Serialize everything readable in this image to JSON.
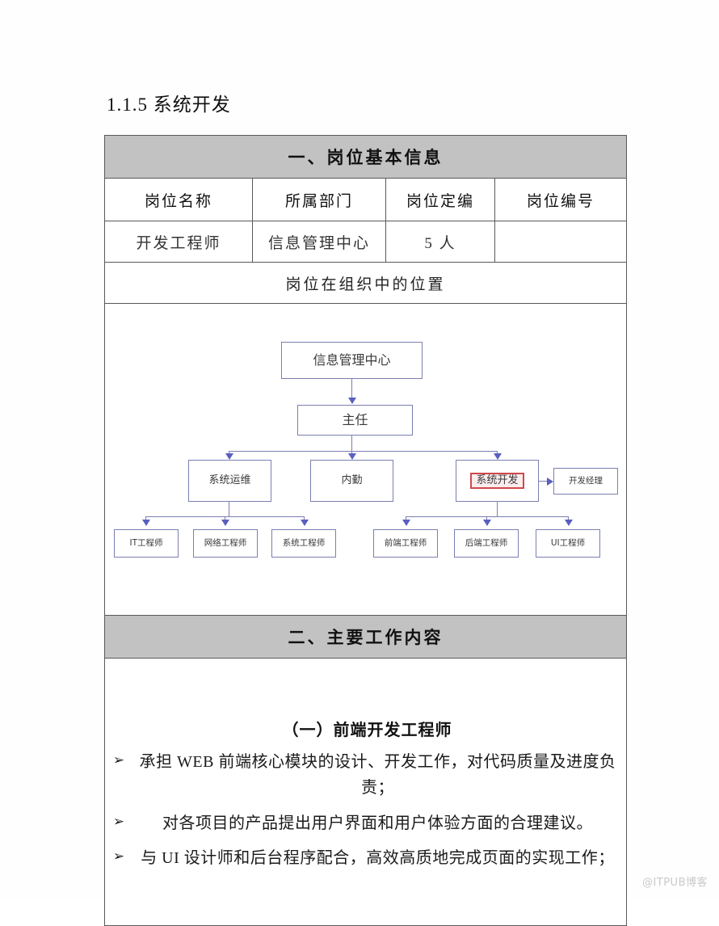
{
  "document": {
    "heading": "1.1.5 系统开发",
    "watermark": "@ITPUB博客"
  },
  "section_one": {
    "band_title": "一、岗位基本信息",
    "columns": [
      "岗位名称",
      "所属部门",
      "岗位定编",
      "岗位编号"
    ],
    "values": [
      "开发工程师",
      "信息管理中心",
      "5 人",
      ""
    ],
    "org_row_label": "岗位在组织中的位置"
  },
  "org_chart": {
    "root": "信息管理中心",
    "level1": "主任",
    "level2": [
      "系统运维",
      "内勤",
      "系统开发"
    ],
    "side_node": "开发经理",
    "highlighted_node": "系统开发",
    "level3_left": [
      "IT工程师",
      "网络工程师",
      "系统工程师"
    ],
    "level3_right": [
      "前端工程师",
      "后端工程师",
      "UI工程师"
    ],
    "colors": {
      "box_border": "#7b7fb0",
      "arrow": "#5a5fc0",
      "highlight_border": "#d0484c",
      "highlight_fill": "#fbeced"
    }
  },
  "section_two": {
    "band_title": "二、主要工作内容",
    "subtitle": "（一）前端开发工程师",
    "bullet_mark": "➢",
    "bullets": [
      "承担 WEB 前端核心模块的设计、开发工作，对代码质量及进度负责；",
      "对各项目的产品提出用户界面和用户体验方面的合理建议。",
      "与 UI 设计师和后台程序配合，高效高质地完成页面的实现工作；"
    ]
  },
  "theme": {
    "band_gray": "#c2c2c2",
    "table_border": "#595959",
    "page_bg": "#fefefe"
  }
}
